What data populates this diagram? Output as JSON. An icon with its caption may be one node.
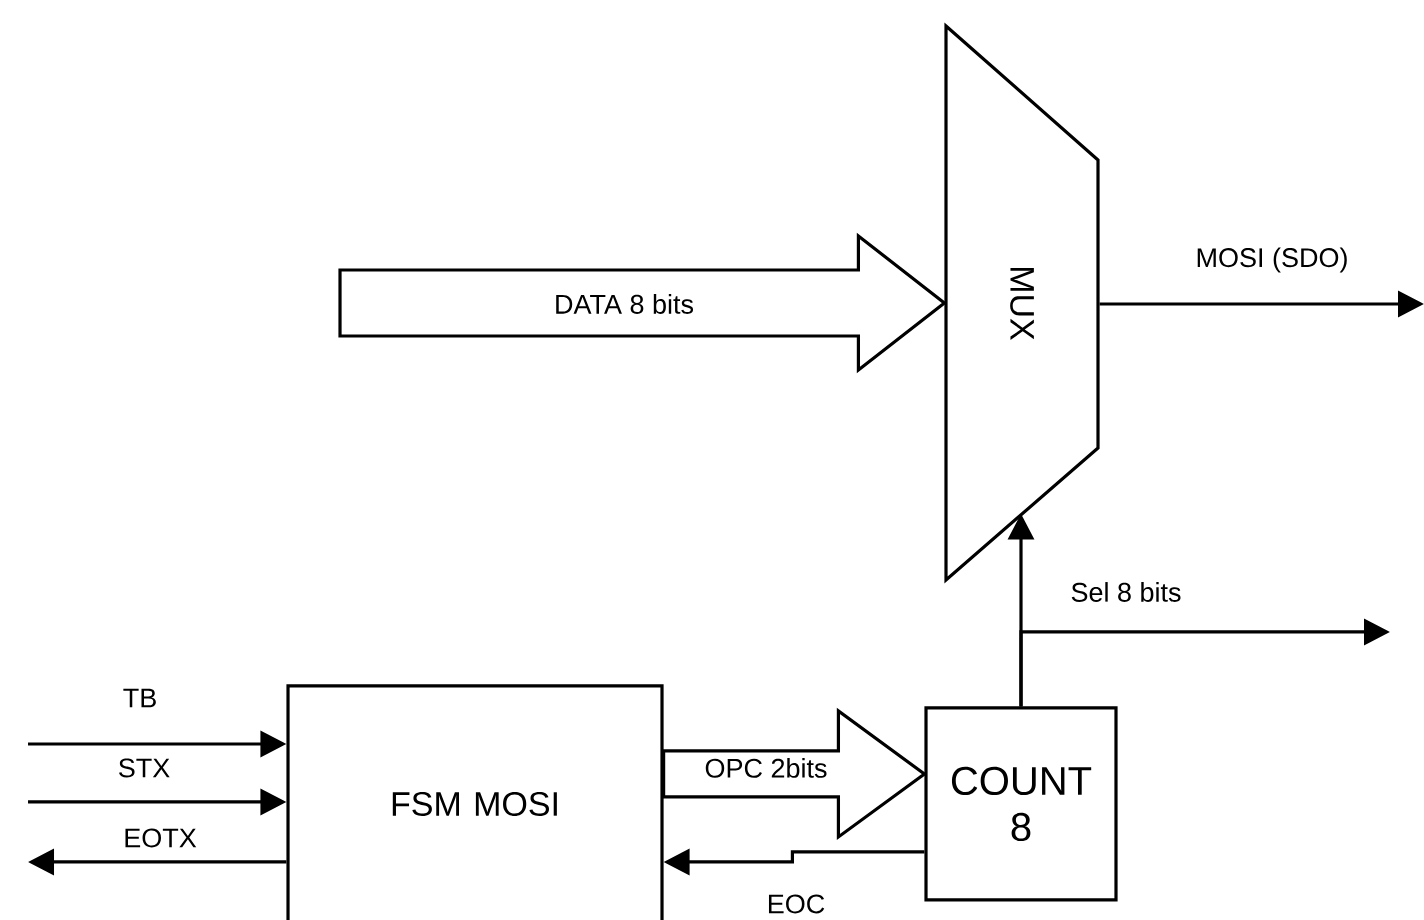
{
  "diagram": {
    "nodes": [
      {
        "text": [
          "MUX"
        ]
      },
      {
        "text": [
          "FSM MOSI"
        ]
      },
      {
        "text": [
          "COUNT 8"
        ]
      }
    ],
    "edges": [
      {
        "from": null,
        "to": 0,
        "arrow": "to",
        "label": "DATA 8 bits",
        "style": "thick"
      },
      {
        "from": 0,
        "to": null,
        "arrow": "to",
        "label": "MOSI (SDO)"
      },
      {
        "from": 2,
        "to": 0,
        "arrow": "to"
      },
      {
        "from": 2,
        "to": null,
        "arrow": "to",
        "label": "Sel 8 bits"
      },
      {
        "from": null,
        "to": 1,
        "arrow": "to",
        "label": "TB"
      },
      {
        "from": null,
        "to": 1,
        "arrow": "to",
        "label": "STX"
      },
      {
        "from": 1,
        "to": null,
        "arrow": "to",
        "label": "EOTX"
      },
      {
        "from": 1,
        "to": 2,
        "arrow": "to",
        "label": "OPC 2bits",
        "style": "thick"
      },
      {
        "from": 2,
        "to": 1,
        "arrow": "to",
        "label": "EOC"
      }
    ]
  }
}
